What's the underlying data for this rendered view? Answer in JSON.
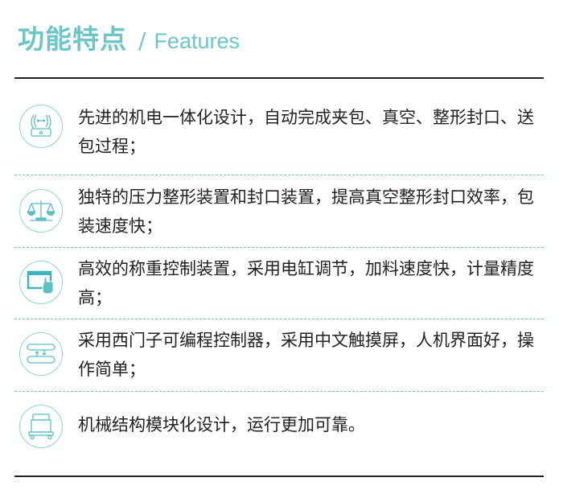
{
  "header": {
    "title_cn": "功能特点",
    "separator": "/",
    "title_en": "Features"
  },
  "features": [
    {
      "icon": "bag-clamp-icon",
      "text": "先进的机电一体化设计，自动完成夹包、真空、整形封口、送包过程；"
    },
    {
      "icon": "scale-icon",
      "text": "独特的压力整形装置和封口装置，提高真空整形封口效率，包装速度快；"
    },
    {
      "icon": "touch-screen-icon",
      "text": "高效的称重控制装置，采用电缸调节，加料速度快，计量精度高；"
    },
    {
      "icon": "plc-control-icon",
      "text": "采用西门子可编程控制器，采用中文触摸屏，人机界面好，操作简单；"
    },
    {
      "icon": "machine-structure-icon",
      "text": "机械结构模块化设计，运行更加可靠。"
    }
  ],
  "colors": {
    "accent": "#6cc6c8",
    "icon": "#5bbfc4",
    "text": "#222222"
  }
}
